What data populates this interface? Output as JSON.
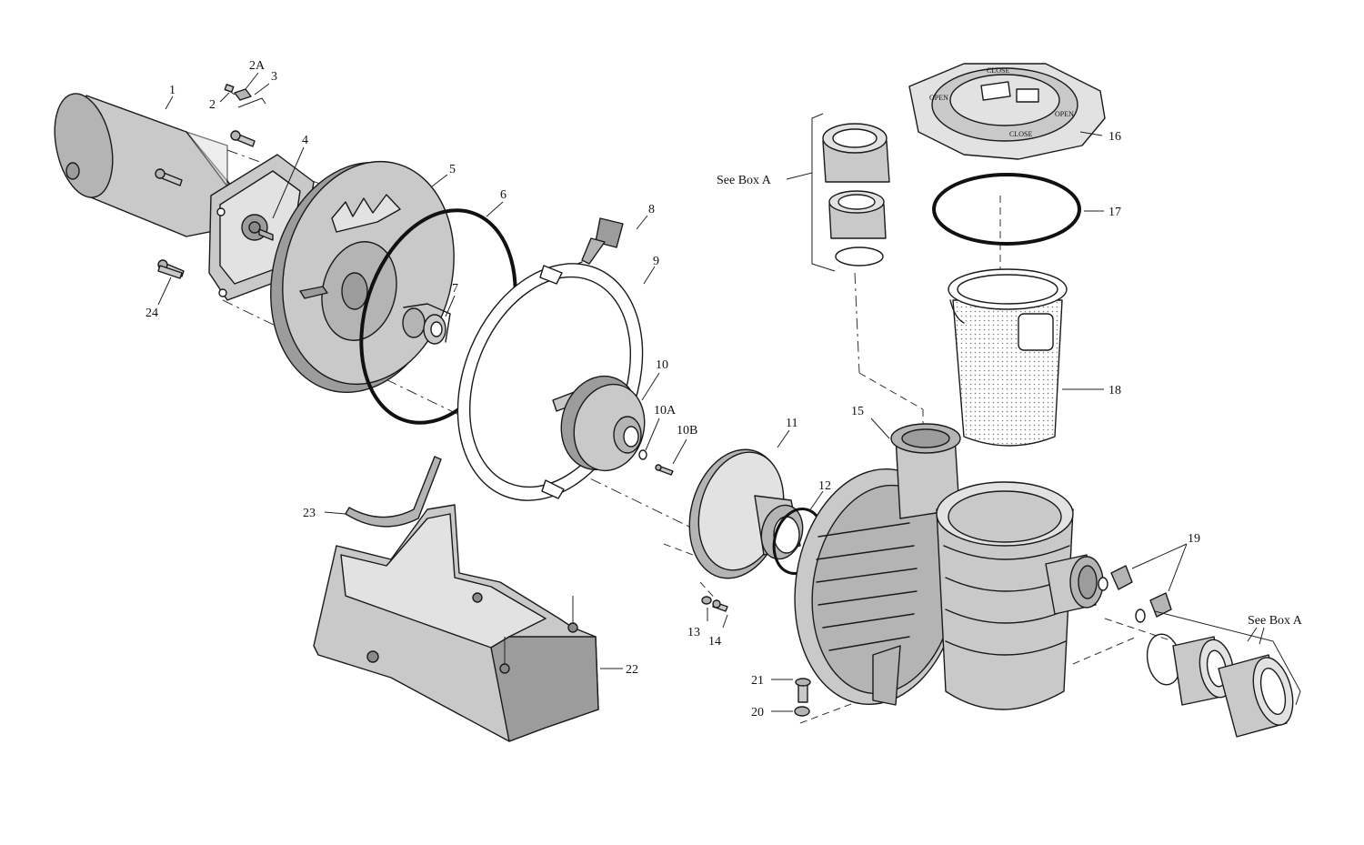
{
  "callouts": {
    "p1": "1",
    "p2": "2",
    "p2A": "2A",
    "p3": "3",
    "p4": "4",
    "p5": "5",
    "p6": "6",
    "p7": "7",
    "p8": "8",
    "p9": "9",
    "p10": "10",
    "p10A": "10A",
    "p10B": "10B",
    "p11": "11",
    "p12": "12",
    "p13": "13",
    "p14": "14",
    "p15": "15",
    "p16": "16",
    "p17": "17",
    "p18": "18",
    "p19": "19",
    "p20": "20",
    "p21": "21",
    "p22": "22",
    "p23": "23",
    "p24": "24"
  },
  "box_a_top": "See Box A",
  "box_a_right": "See Box A",
  "lid_text": {
    "close_top": "CLOSE",
    "open_left": "OPEN",
    "open_right": "OPEN",
    "close_bottom": "CLOSE"
  }
}
